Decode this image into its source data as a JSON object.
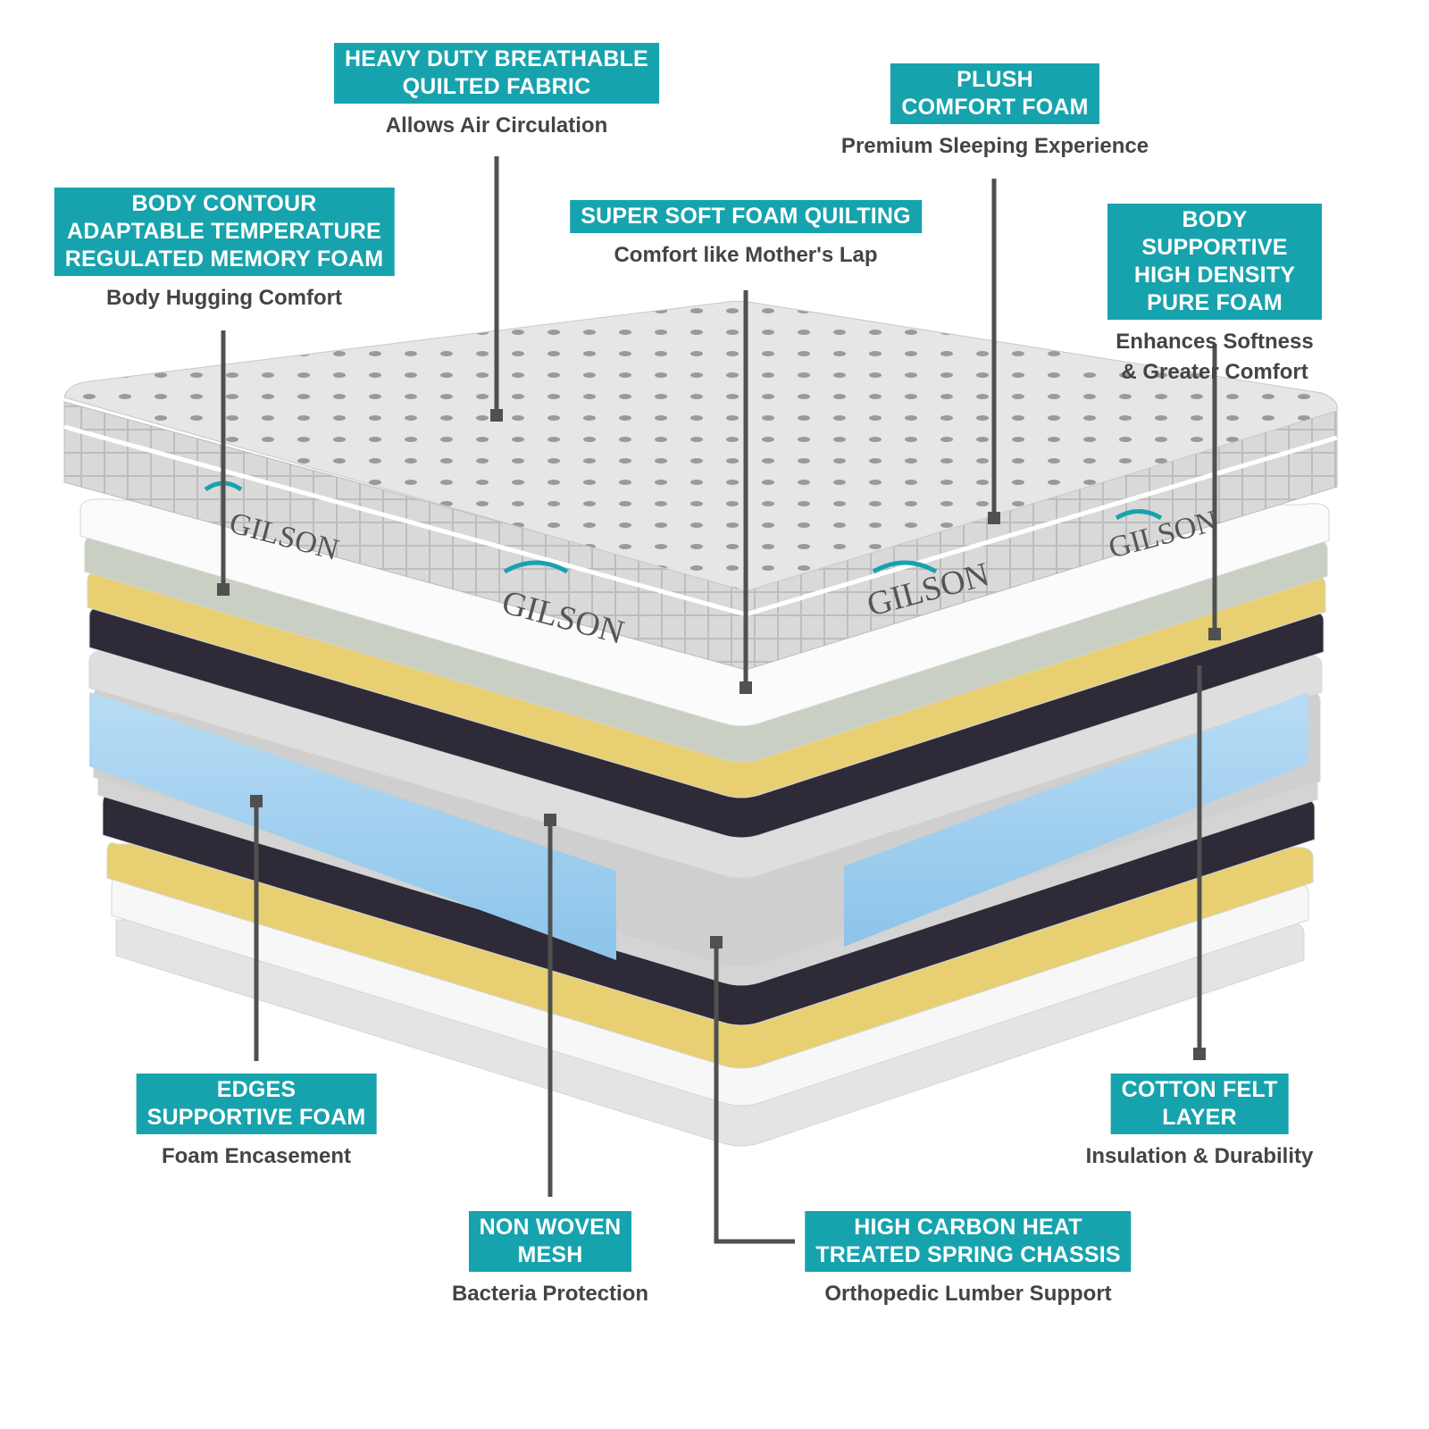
{
  "brand": "GILSON",
  "colors": {
    "accent": "#17a3ad",
    "leader": "#505050",
    "text": "#444444"
  },
  "labels": [
    {
      "id": "quilted-fabric",
      "title": "HEAVY DUTY BREATHABLE\nQUILTED FABRIC",
      "subtitle": "Allows Air Circulation"
    },
    {
      "id": "plush-foam",
      "title": "PLUSH\nCOMFORT FOAM",
      "subtitle": "Premium Sleeping Experience"
    },
    {
      "id": "memory-foam",
      "title": "BODY  CONTOUR\nADAPTABLE TEMPERATURE\nREGULATED MEMORY FOAM",
      "subtitle": "Body Hugging Comfort"
    },
    {
      "id": "foam-quilting",
      "title": "SUPER SOFT FOAM QUILTING",
      "subtitle": "Comfort like Mother's Lap"
    },
    {
      "id": "pure-foam",
      "title": "BODY SUPPORTIVE\nHIGH DENSITY PURE FOAM",
      "subtitle": "Enhances Softness\n& Greater Comfort"
    },
    {
      "id": "edge-foam",
      "title": "EDGES\nSUPPORTIVE FOAM",
      "subtitle": "Foam Encasement"
    },
    {
      "id": "cotton-felt",
      "title": "COTTON FELT\nLAYER",
      "subtitle": "Insulation & Durability"
    },
    {
      "id": "non-woven-mesh",
      "title": "NON WOVEN\nMESH",
      "subtitle": "Bacteria Protection"
    },
    {
      "id": "spring-chassis",
      "title": "HIGH CARBON HEAT\nTREATED SPRING CHASSIS",
      "subtitle": "Orthopedic Lumber Support"
    }
  ]
}
